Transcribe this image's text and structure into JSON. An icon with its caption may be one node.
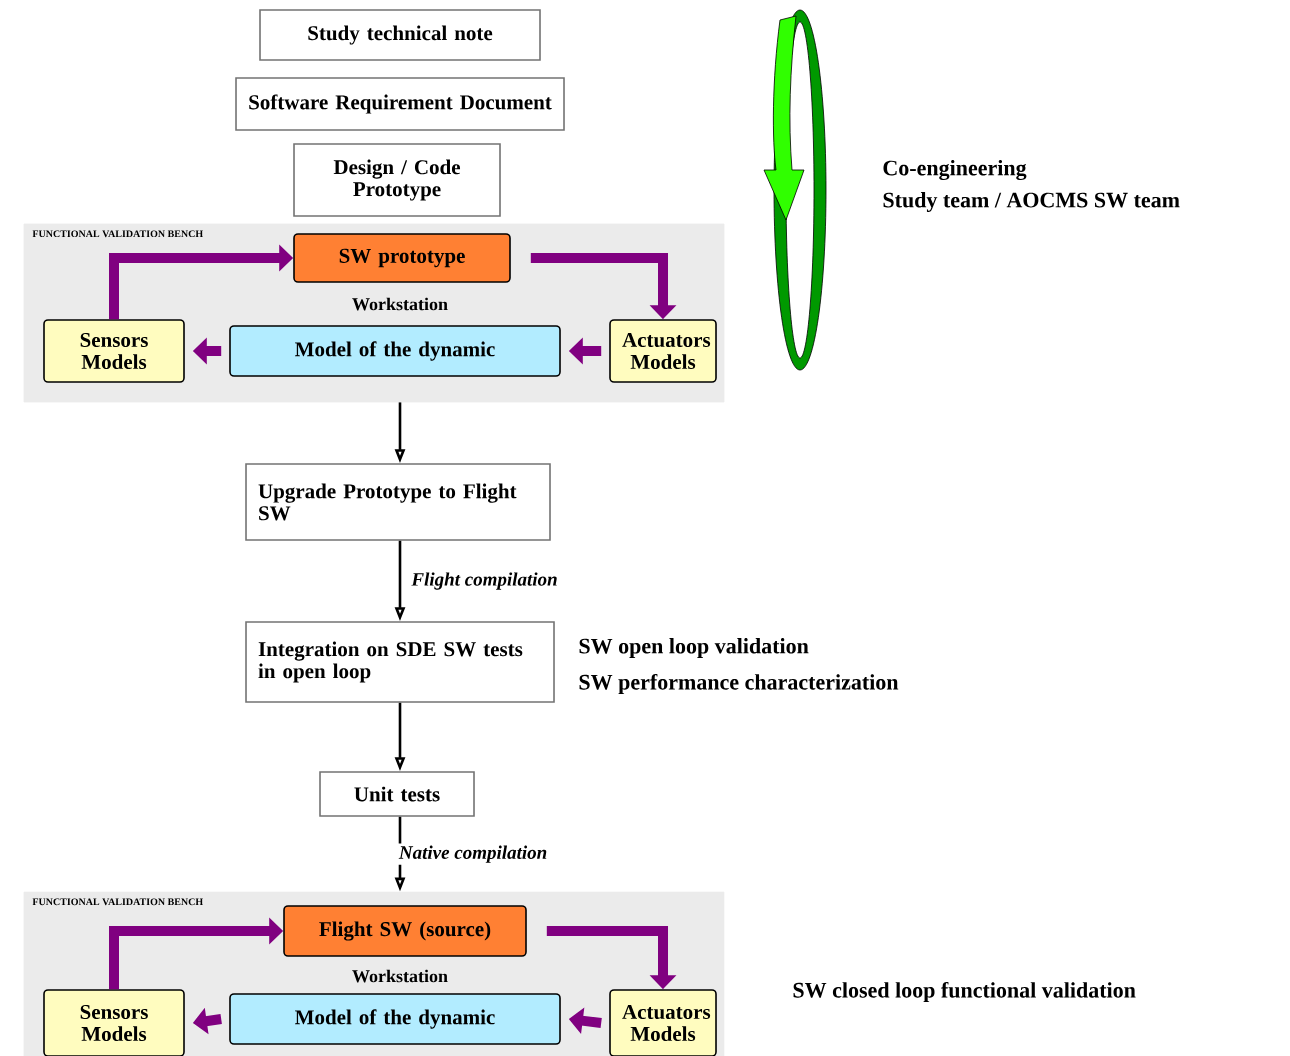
{
  "diagram": {
    "nodes": [
      {
        "text": [
          "Study technical note"
        ]
      },
      {
        "text": [
          "Software Requirement Document"
        ]
      },
      {
        "text": [
          "Design / Code Prototype"
        ]
      },
      {
        "text": [
          "FUNCTIONAL VALIDATION BENCH",
          "Workstation"
        ]
      },
      {
        "text": [
          "SW prototype"
        ],
        "in": 3
      },
      {
        "text": [
          "Sensors Models"
        ],
        "in": 3
      },
      {
        "text": [
          "Model of the dynamic"
        ],
        "in": 3
      },
      {
        "text": [
          "Actuators Models"
        ],
        "in": 3
      },
      {
        "text": [
          "Upgrade Prototype to Flight SW"
        ]
      },
      {
        "text": [
          "Integration on SDE SW tests in open loop"
        ],
        "beside": [
          "SW open loop validation",
          "SW performance characterization"
        ]
      },
      {
        "text": [
          "Unit tests"
        ]
      },
      {
        "text": [
          "FUNCTIONAL VALIDATION BENCH",
          "Workstation"
        ],
        "beside": [
          "SW closed loop functional validation"
        ]
      },
      {
        "text": [
          "Flight SW (source)"
        ],
        "in": 11
      },
      {
        "text": [
          "Sensors Models"
        ],
        "in": 11
      },
      {
        "text": [
          "Model of the dynamic"
        ],
        "in": 11
      },
      {
        "text": [
          "Actuators Models"
        ],
        "in": 11
      }
    ],
    "edges": [
      {
        "from": 5,
        "to": 4,
        "arrow": "to"
      },
      {
        "from": 4,
        "to": 7,
        "arrow": "to"
      },
      {
        "from": 7,
        "to": 6,
        "arrow": "to"
      },
      {
        "from": 6,
        "to": 5,
        "arrow": "to"
      },
      {
        "from": 3,
        "to": 8,
        "arrow": "to",
        "color": "#000000"
      },
      {
        "from": 8,
        "to": 9,
        "arrow": "to",
        "label": "Flight compilation",
        "color": "#000000"
      },
      {
        "from": 9,
        "to": 10,
        "arrow": "to",
        "color": "#000000"
      },
      {
        "from": 10,
        "to": 11,
        "arrow": "to",
        "label": "Native compilation",
        "color": "#000000"
      },
      {
        "from": 13,
        "to": 12,
        "arrow": "to"
      },
      {
        "from": 12,
        "to": 15,
        "arrow": "to"
      },
      {
        "from": 15,
        "to": 14,
        "arrow": "to"
      },
      {
        "from": 14,
        "to": 13,
        "arrow": "to"
      }
    ],
    "labels": [
      "Co-engineering",
      "Study team / AOCMS SW team"
    ]
  }
}
